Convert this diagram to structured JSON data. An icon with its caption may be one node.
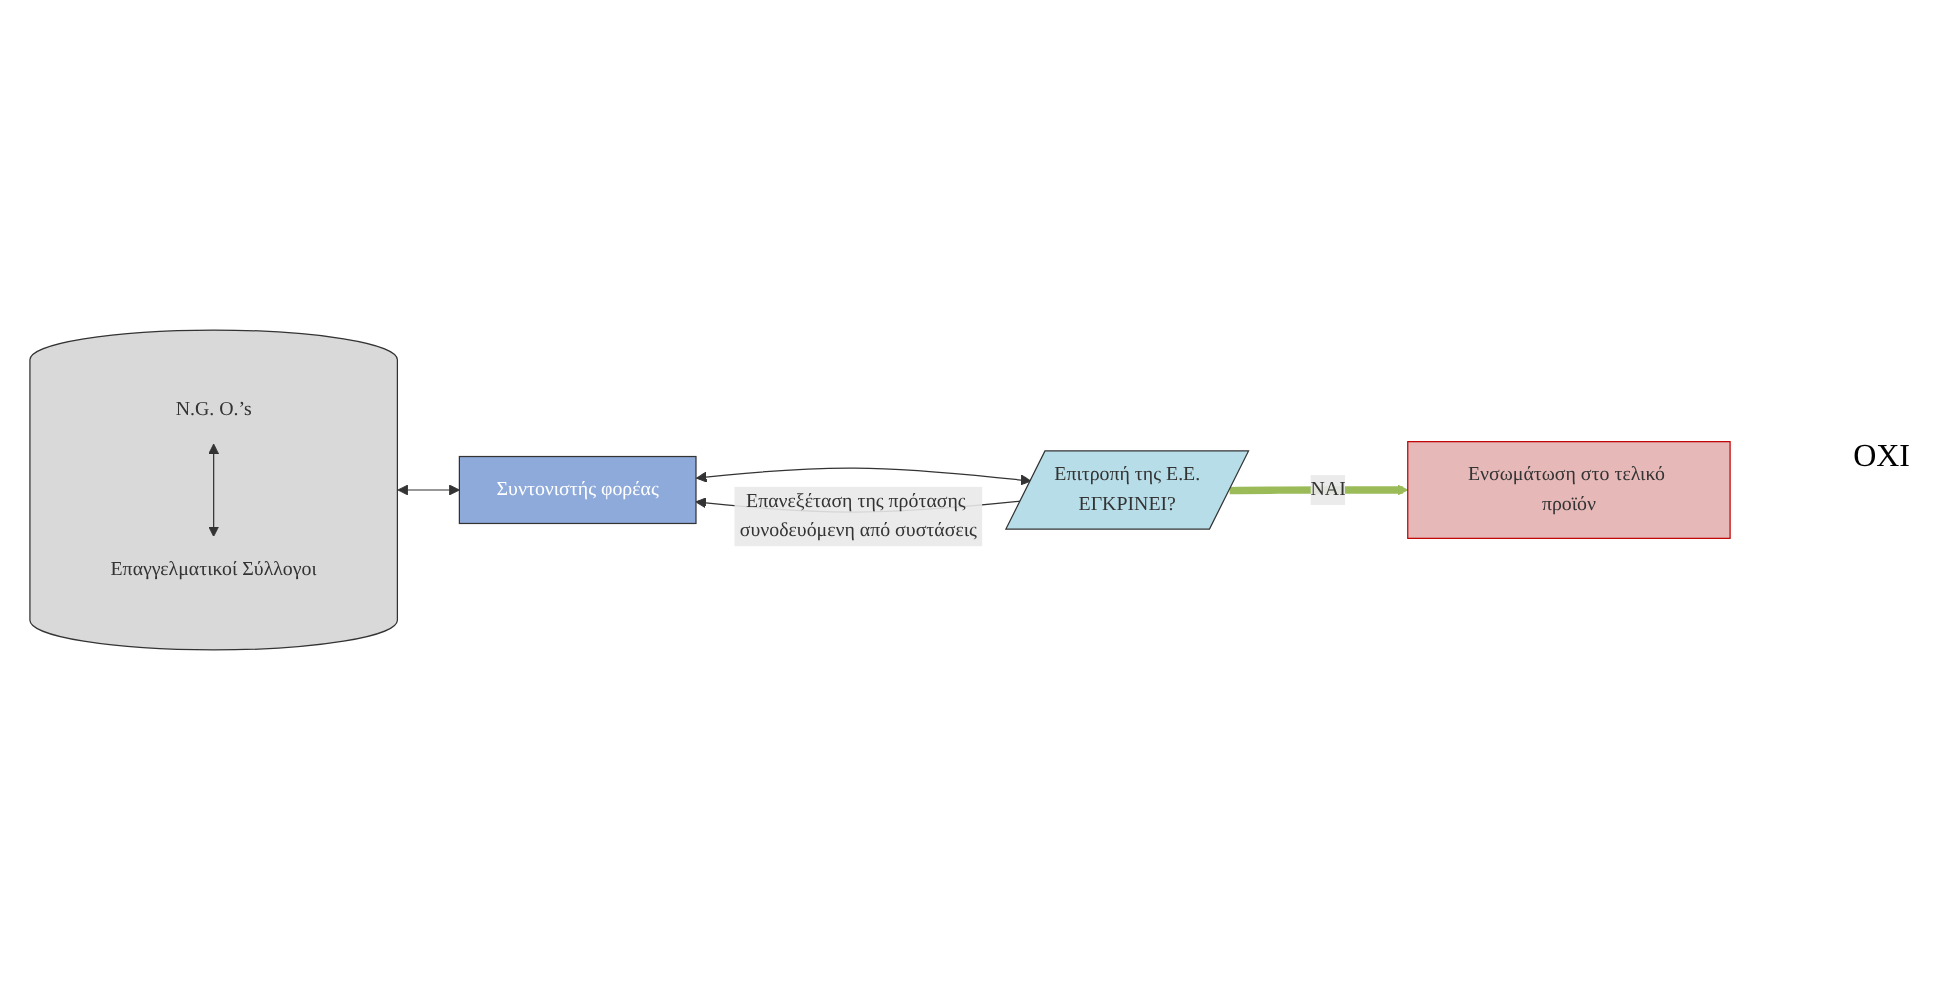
{
  "diagram": {
    "nodes": [
      {
        "text": [],
        "shape": "cylinder"
      },
      {
        "text": [
          "N.G. O.’s"
        ],
        "in": 0
      },
      {
        "text": [
          "Επαγγελματικοί Σύλλογοι"
        ],
        "in": 0
      },
      {
        "text": [
          "Συντονιστής φορέας"
        ]
      },
      {
        "text": [
          "Επιτροπή της Ε.Ε.",
          "ΕΓΚΡΙΝΕΙ?"
        ]
      },
      {
        "text": [
          "Ενσωμάτωση στο τελικό προϊόν"
        ]
      }
    ],
    "edges": [
      {
        "from": 1,
        "to": 2,
        "arrow": "both"
      },
      {
        "from": 0,
        "to": 3,
        "arrow": "both"
      },
      {
        "from": 3,
        "to": 4,
        "arrow": "both"
      },
      {
        "from": 4,
        "to": 5,
        "arrow": "to",
        "label": "ΝΑΙ",
        "style": "thick",
        "color": "#9bbb59"
      },
      {
        "from": 4,
        "to": 3,
        "arrow": "to",
        "label": "Επανεξέταση της πρότασης συνοδευόμενη από συστάσεις"
      }
    ],
    "labels": [
      "ΟΧΙ"
    ]
  }
}
